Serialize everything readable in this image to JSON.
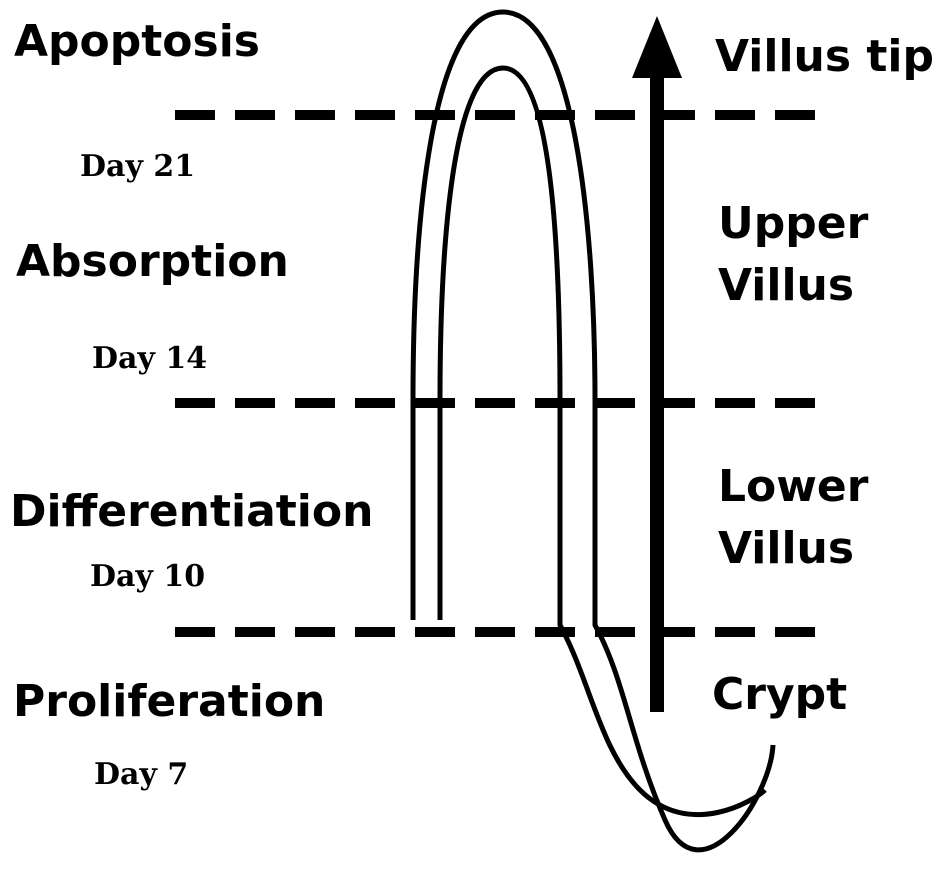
{
  "stages": {
    "apoptosis": "Apoptosis",
    "absorption": "Absorption",
    "differentiation": "Differentiation",
    "proliferation": "Proliferation"
  },
  "days": {
    "day21": "Day 21",
    "day14": "Day 14",
    "day10": "Day 10",
    "day7": "Day 7"
  },
  "zones": {
    "villus_tip": "Villus tip",
    "upper_villus": "Upper\nVillus",
    "lower_villus": "Lower\nVillus",
    "crypt": "Crypt"
  },
  "colors": {
    "ink": "#000000",
    "background": "#ffffff"
  }
}
